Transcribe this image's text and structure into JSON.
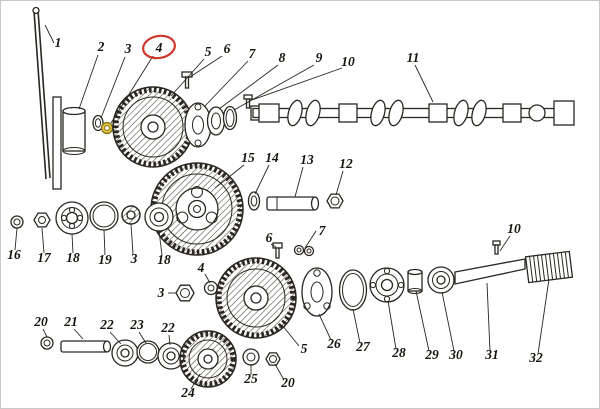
{
  "figure": {
    "background_color": "#ffffff",
    "line_color": "#2a2620",
    "highlight_circle_color": "#cf372c",
    "highlight_part_color": "#e3c33c",
    "circled_callout": "4"
  },
  "callouts": [
    {
      "label": "1"
    },
    {
      "label": "2"
    },
    {
      "label": "3"
    },
    {
      "label": "4"
    },
    {
      "label": "5"
    },
    {
      "label": "6"
    },
    {
      "label": "7"
    },
    {
      "label": "8"
    },
    {
      "label": "9"
    },
    {
      "label": "10"
    },
    {
      "label": "11"
    },
    {
      "label": "15"
    },
    {
      "label": "14"
    },
    {
      "label": "13"
    },
    {
      "label": "12"
    },
    {
      "label": "6"
    },
    {
      "label": "7"
    },
    {
      "label": "16"
    },
    {
      "label": "17"
    },
    {
      "label": "18"
    },
    {
      "label": "19"
    },
    {
      "label": "3"
    },
    {
      "label": "18"
    },
    {
      "label": "4"
    },
    {
      "label": "3"
    },
    {
      "label": "5"
    },
    {
      "label": "20"
    },
    {
      "label": "21"
    },
    {
      "label": "22"
    },
    {
      "label": "23"
    },
    {
      "label": "22"
    },
    {
      "label": "24"
    },
    {
      "label": "25"
    },
    {
      "label": "20"
    },
    {
      "label": "26"
    },
    {
      "label": "27"
    },
    {
      "label": "28"
    },
    {
      "label": "29"
    },
    {
      "label": "30"
    },
    {
      "label": "31"
    },
    {
      "label": "32"
    },
    {
      "label": "10"
    }
  ]
}
